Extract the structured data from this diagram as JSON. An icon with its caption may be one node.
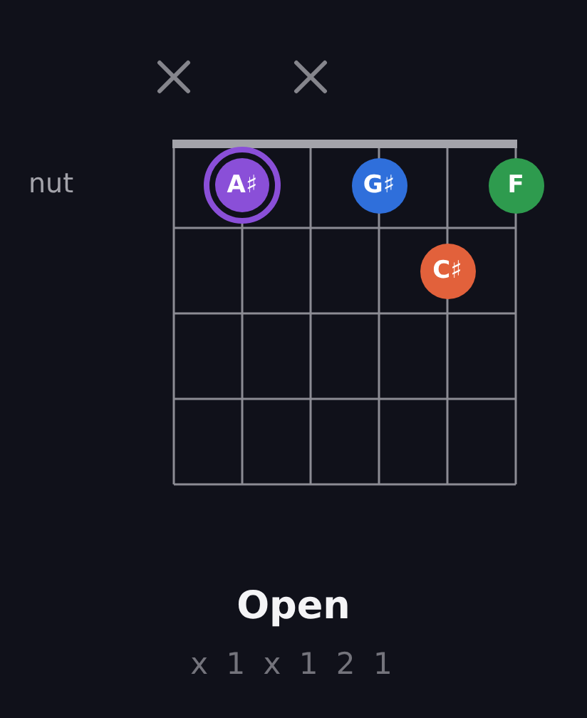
{
  "diagram": {
    "title": "Open",
    "nodes": [
      {
        "text": [
          "A♯"
        ]
      },
      {
        "text": [
          "G♯"
        ]
      },
      {
        "text": [
          "F"
        ]
      },
      {
        "text": [
          "C♯"
        ]
      }
    ],
    "labels": [
      "nut",
      "x 1 x 1 2 1"
    ]
  }
}
